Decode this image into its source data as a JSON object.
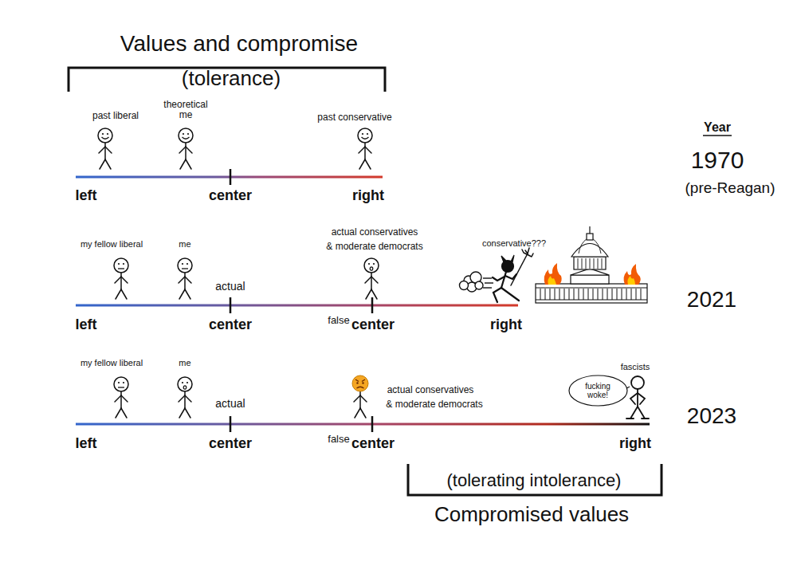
{
  "diagram": {
    "nodes": [
      {
        "text": [
          "fucking woke!"
        ]
      }
    ],
    "labels": [
      "Values and compromise",
      "(tolerance)",
      "past liberal",
      "theoretical me",
      "past conservative",
      "Year",
      "1970",
      "(pre-Reagan)",
      "left",
      "center",
      "right",
      "my fellow liberal",
      "me",
      "actual conservatives",
      "& moderate democrats",
      "conservative???",
      "2021",
      "left",
      "actual",
      "center",
      "false",
      "center",
      "right",
      "my fellow liberal",
      "me",
      "actual conservatives",
      "& moderate democrats",
      "fascists",
      "2023",
      "left",
      "actual",
      "center",
      "false",
      "center",
      "right",
      "(tolerating intolerance)",
      "Compromised values"
    ]
  }
}
